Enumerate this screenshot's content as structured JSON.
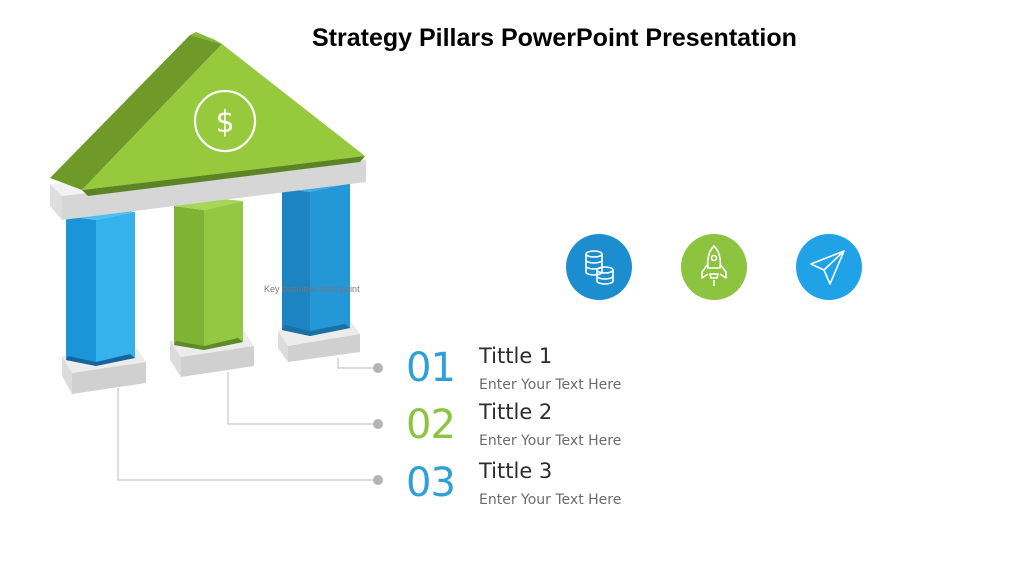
{
  "title": "Strategy Pillars PowerPoint Presentation",
  "note": "Key business data point",
  "colors": {
    "blue": "#1fa3e6",
    "green": "#8cc43f",
    "accent_blue": "#2e9fd8"
  },
  "building": {
    "icon": "dollar-icon",
    "symbol": "$"
  },
  "icons": [
    {
      "name": "coins-icon",
      "color": "#1c8ed0"
    },
    {
      "name": "rocket-icon",
      "color": "#8cc43f"
    },
    {
      "name": "paper-plane-icon",
      "color": "#1fa3e6"
    }
  ],
  "items": [
    {
      "number": "01",
      "title": "Tittle 1",
      "text": "Enter Your Text Here",
      "color": "#2e9fd8"
    },
    {
      "number": "02",
      "title": "Tittle 2",
      "text": "Enter Your Text Here",
      "color": "#8cc43f"
    },
    {
      "number": "03",
      "title": "Tittle 3",
      "text": "Enter Your Text Here",
      "color": "#2e9fd8"
    }
  ]
}
